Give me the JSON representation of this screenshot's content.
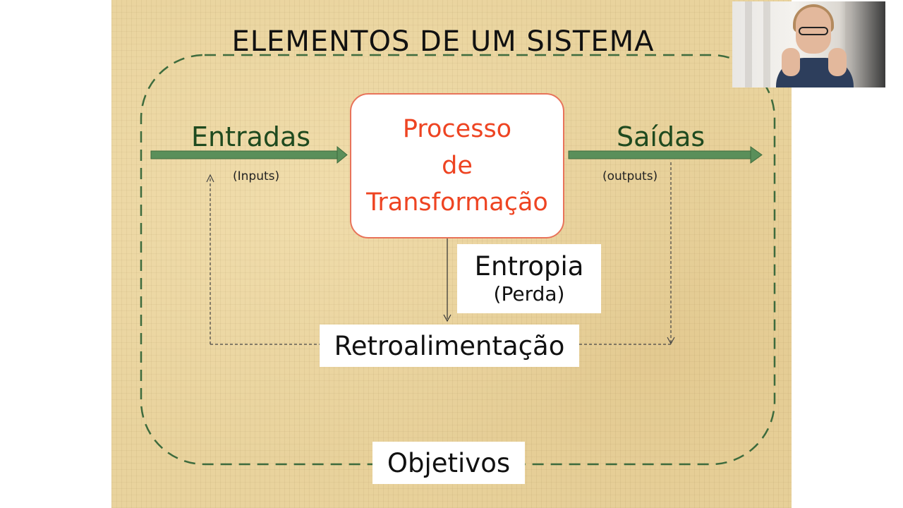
{
  "slide": {
    "title": "ELEMENTOS DE UM SISTEMA",
    "entradas_label": "Entradas",
    "inputs_note": "(Inputs)",
    "process": {
      "line1": "Processo",
      "line2": "de",
      "line3": "Transformação"
    },
    "saidas_label": "Saídas",
    "outputs_note": "(outputs)",
    "entropia": {
      "line1": "Entropia",
      "line2": "(Perda)"
    },
    "retro_label": "Retroalimentação",
    "objetivos_label": "Objetivos"
  },
  "colors": {
    "slide_background": "#e9d39d",
    "arrow_green": "#5a8f5a",
    "label_green": "#1f4a1f",
    "process_text": "#ee4422",
    "process_border": "#e8735a",
    "boundary_dash": "#3d6b3d"
  }
}
